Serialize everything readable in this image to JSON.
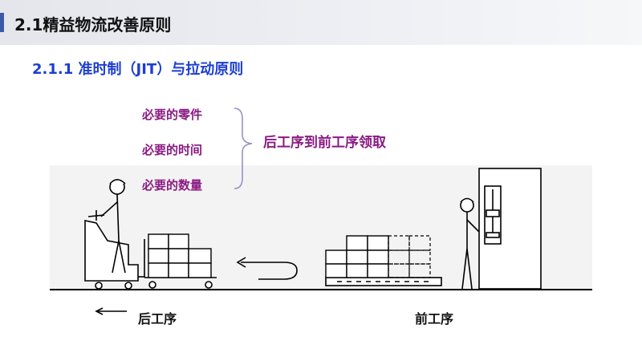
{
  "header": {
    "title": "2.1精益物流改善原则"
  },
  "section": {
    "title": "2.1.1 准时制（JIT）与拉动原则"
  },
  "requirements": {
    "item1": "必要的零件",
    "item2": "必要的时间",
    "item3": "必要的数量",
    "pull_text": "后工序到前工序领取"
  },
  "process": {
    "back_label": "后工序",
    "front_label": "前工序"
  },
  "colors": {
    "heading_blue": "#1d3ed1",
    "purple": "#8b1a83",
    "accent": "#3a5aa8"
  }
}
